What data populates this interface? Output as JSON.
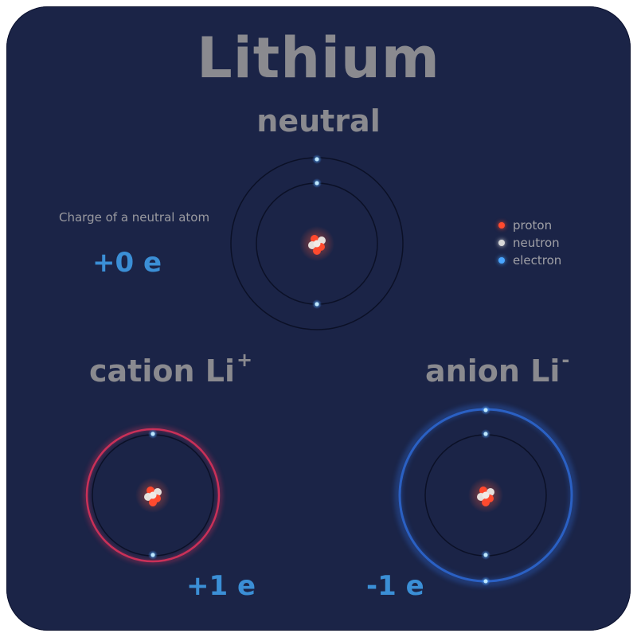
{
  "title": "Lithium",
  "subtitle": "neutral",
  "charge": {
    "label": "Charge of a neutral atom",
    "value": "+0 e"
  },
  "cation": {
    "name": "cation Li",
    "sign": "+",
    "charge": "+1 e"
  },
  "anion": {
    "name": "anion Li",
    "sign": "-",
    "charge": "-1 e"
  },
  "legend": [
    {
      "label": "proton",
      "color": "#ff4a2e",
      "icon": "proton-dot"
    },
    {
      "label": "neutron",
      "color": "#d8d8d8",
      "icon": "neutron-dot"
    },
    {
      "label": "electron",
      "color": "#4aa6ff",
      "icon": "electron-dot"
    }
  ],
  "colors": {
    "background": "#1b2447",
    "proton": "#ff4a2e",
    "neutron": "#e6e0dc",
    "electron": "#8fd3ff",
    "cation_glow": "#e0325a",
    "anion_glow": "#2f6fe0",
    "orbit": "#0b1026"
  },
  "atoms": {
    "neutral": {
      "electrons_inner": 2,
      "electrons_outer": 1,
      "glow": "none"
    },
    "cation": {
      "electrons_inner": 2,
      "electrons_outer": 0,
      "glow": "red"
    },
    "anion": {
      "electrons_inner": 2,
      "electrons_outer": 2,
      "glow": "blue"
    }
  }
}
